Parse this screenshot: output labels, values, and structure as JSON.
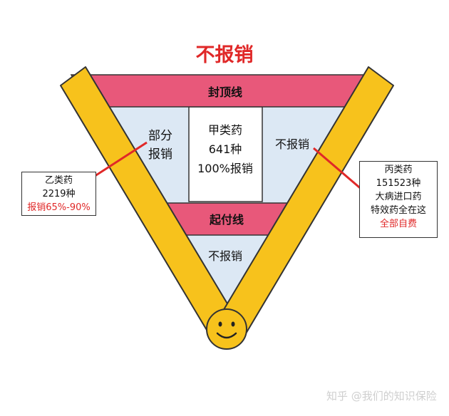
{
  "title": "不报销",
  "ceiling_label": "封顶线",
  "deductible_label": "起付线",
  "left_zone": {
    "line1": "部分",
    "line2": "报销"
  },
  "center_zone": {
    "line1": "甲类药",
    "line2": "641种",
    "line3": "100%报销"
  },
  "right_zone": {
    "label": "不报销"
  },
  "bottom_zone": {
    "label": "不报销"
  },
  "left_callout": {
    "line1": "乙类药",
    "line2": "2219种",
    "line3": "报销65%-90%"
  },
  "right_callout": {
    "line1": "丙类药",
    "line2": "151523种",
    "line3": "大病进口药",
    "line4": "特效药全在这",
    "line5": "全部自费"
  },
  "watermark": "知乎 @我们的知识保险",
  "colors": {
    "band_pink": "#e8587a",
    "zone_blue": "#dce8f4",
    "stick_yellow": "#f7c21c",
    "accent_red": "#e02828"
  }
}
